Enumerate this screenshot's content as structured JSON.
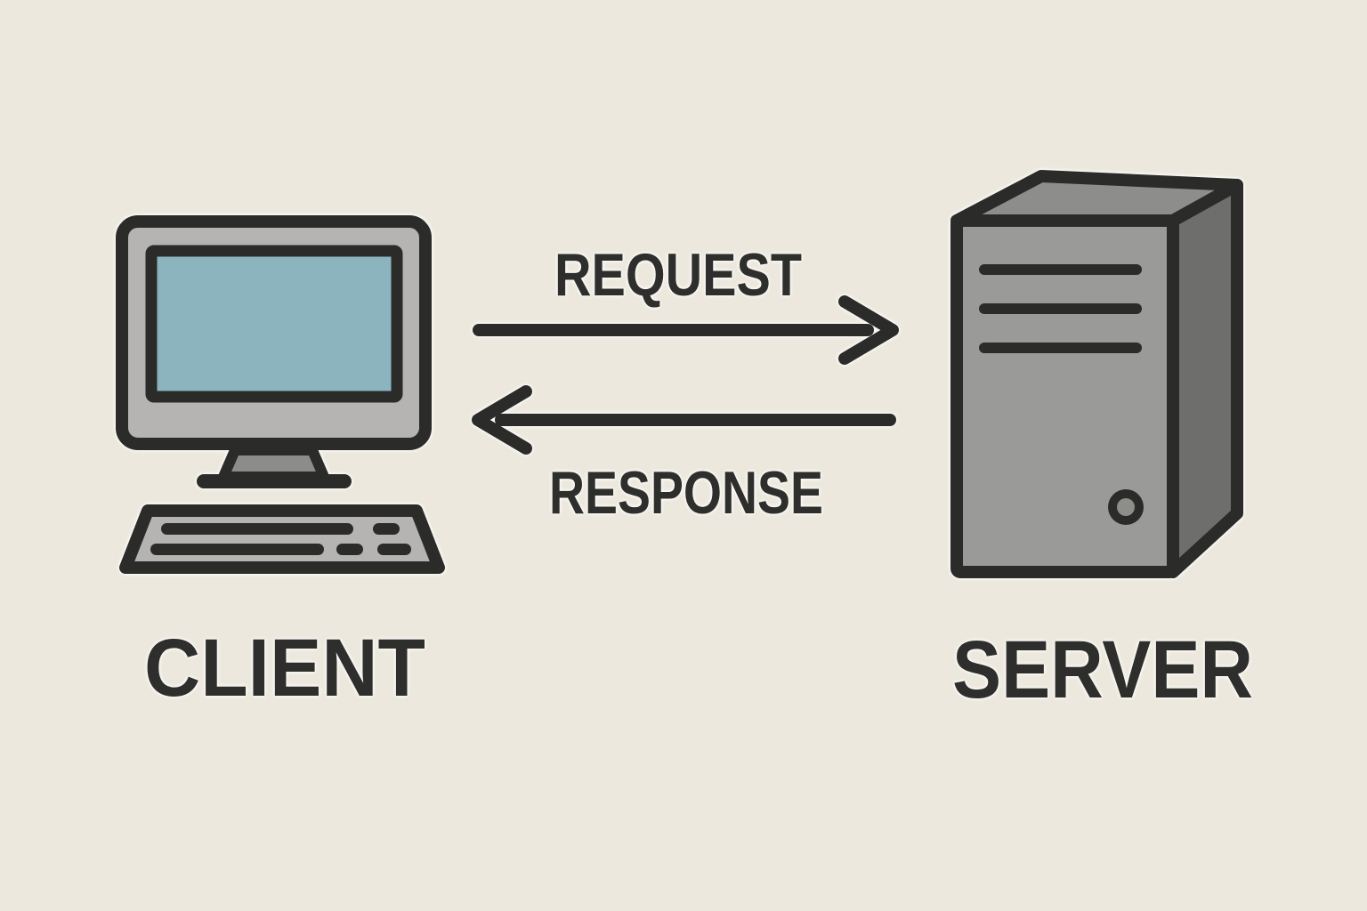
{
  "colors": {
    "background": "#ece8dd",
    "outline": "#2b2b29",
    "text": "#2e2e2c",
    "monitor_bezel": "#b5b4b2",
    "screen": "#8cb4bf",
    "stand": "#8c8c8a",
    "keyboard": "#b5b4b2",
    "server_front": "#9a9a98",
    "server_side": "#6e6e6c",
    "server_top": "#8d8d8b",
    "server_button_inner": "#8d8d8a"
  },
  "client": {
    "label": "CLIENT",
    "icon": "desktop-computer-icon"
  },
  "server": {
    "label": "SERVER",
    "icon": "server-tower-icon"
  },
  "flows": {
    "request": {
      "label": "REQUEST",
      "direction": "right"
    },
    "response": {
      "label": "RESPONSE",
      "direction": "left"
    }
  }
}
